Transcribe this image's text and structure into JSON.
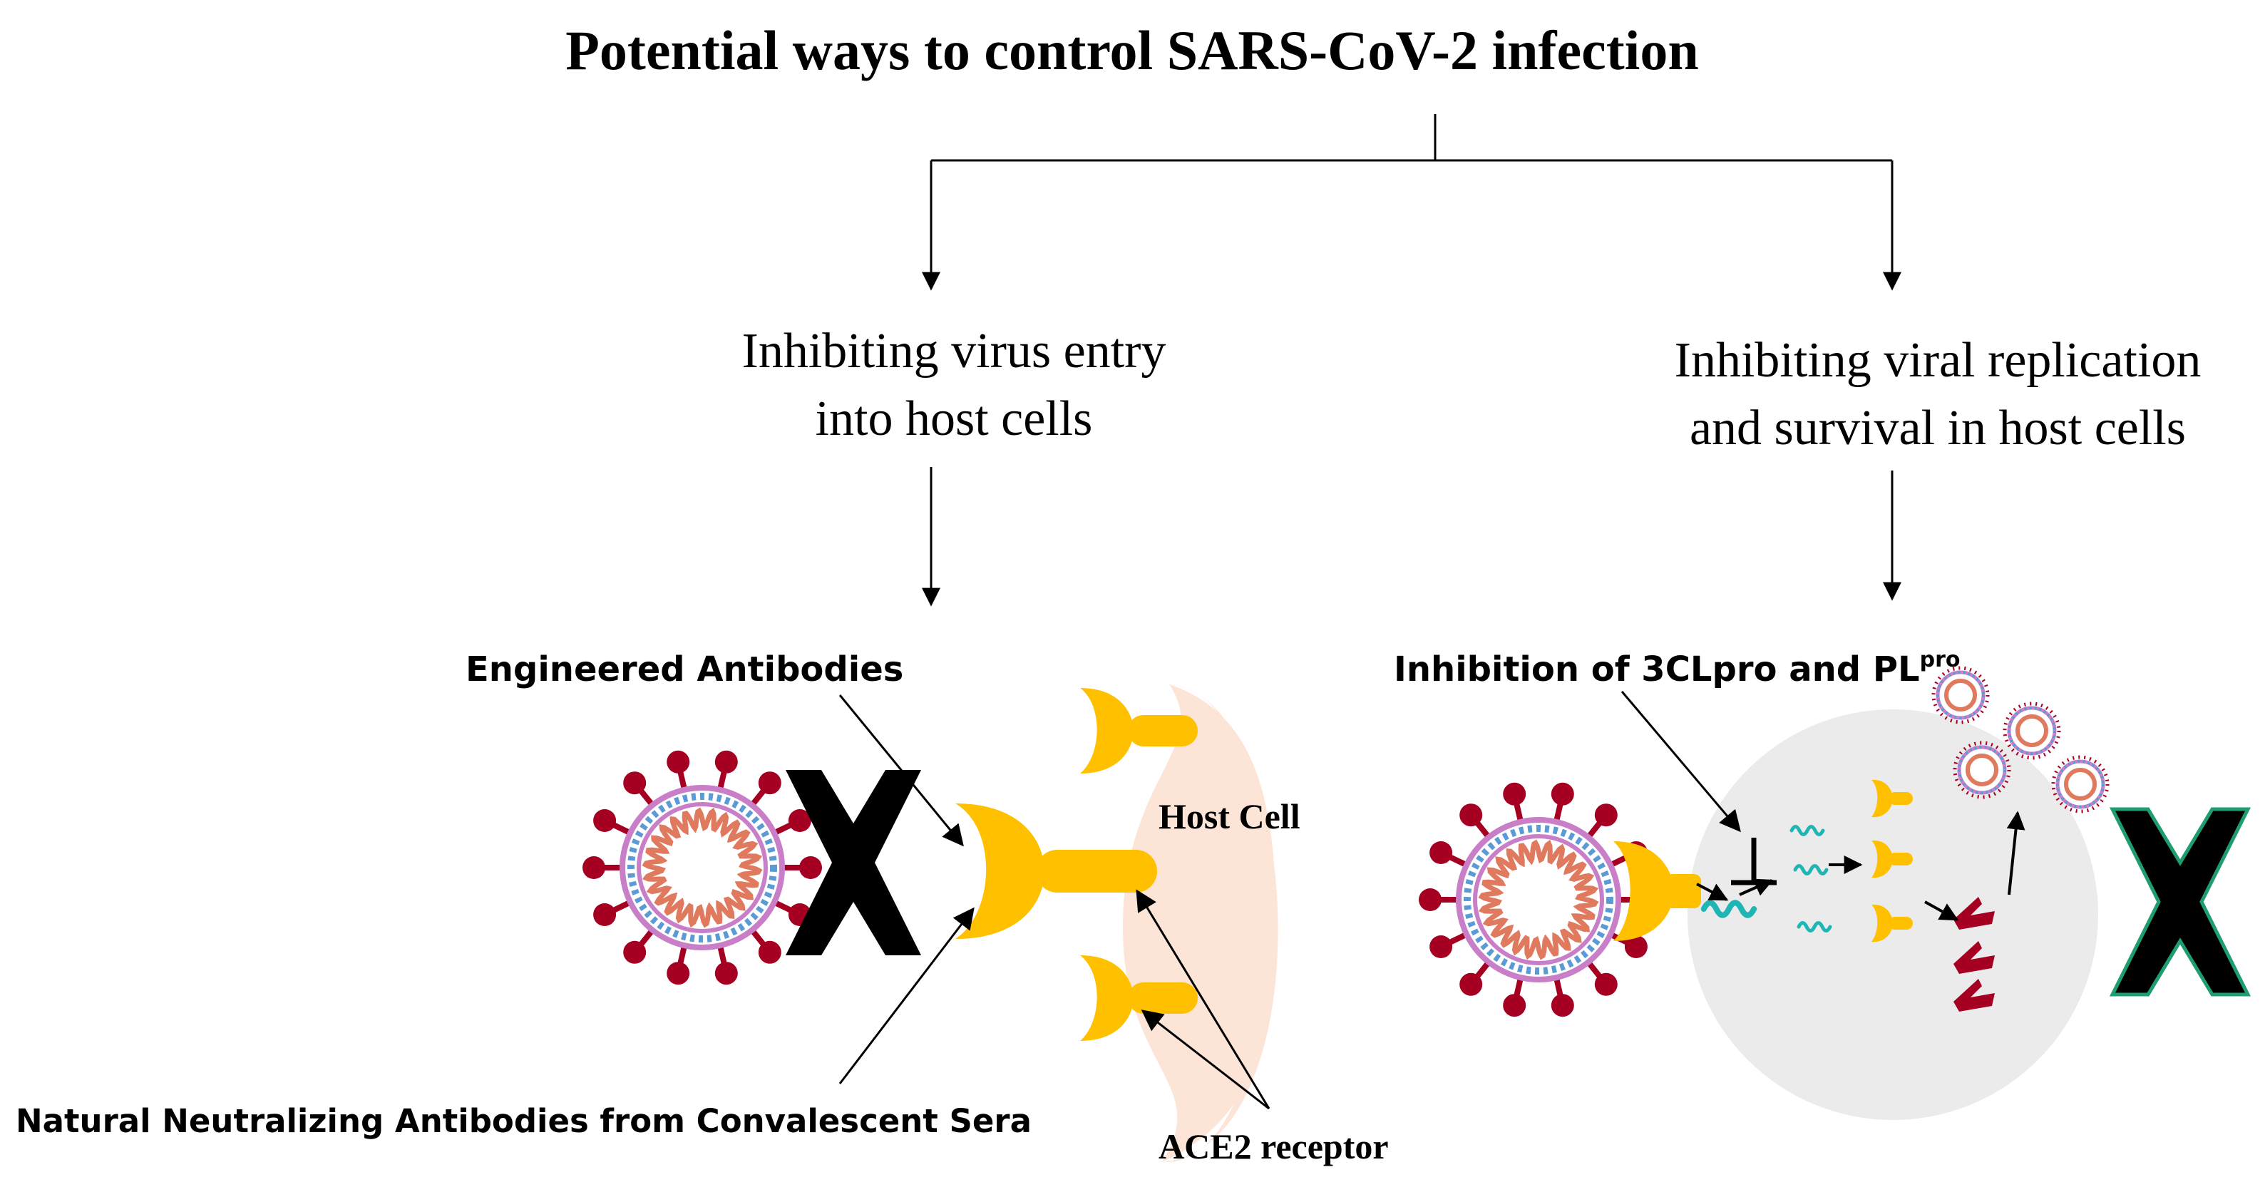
{
  "title": "Potential ways to control SARS-CoV-2 infection",
  "branches": {
    "left": {
      "line1": "Inhibiting virus entry",
      "line2": "into host cells"
    },
    "right": {
      "line1": "Inhibiting viral replication",
      "line2": "and survival in host cells"
    }
  },
  "labels": {
    "engineered_antibodies": "Engineered Antibodies",
    "host_cell": "Host Cell",
    "natural_antibodies": "Natural Neutralizing Antibodies from Convalescent Sera",
    "ace2_receptor": "ACE2 receptor",
    "inhibition_prefix": "Inhibition of 3CLpro and PL",
    "inhibition_superscript": "pro"
  },
  "colors": {
    "antibody_yellow": "#FFC000",
    "host_cell_peach": "#FCE4D6",
    "host_cell_gray": "#EBEBEB",
    "virus_spike_red": "#A50021",
    "virus_membrane_blue": "#5B9BD5",
    "virus_membrane_pink": "#C87FC8",
    "virus_rna": "#E07A5F",
    "rna_teal": "#1FB5B5",
    "block_x": "#000000",
    "block_x_outline": "#1E9E6E",
    "arrow": "#000000"
  },
  "icons": [
    "virus-icon",
    "block-x-icon",
    "antibody-icon",
    "ace2-receptor-icon",
    "host-cell-icon",
    "rna-strand-icon",
    "protein-fragment-icon",
    "virion-icon",
    "inhibition-tbar-icon"
  ]
}
